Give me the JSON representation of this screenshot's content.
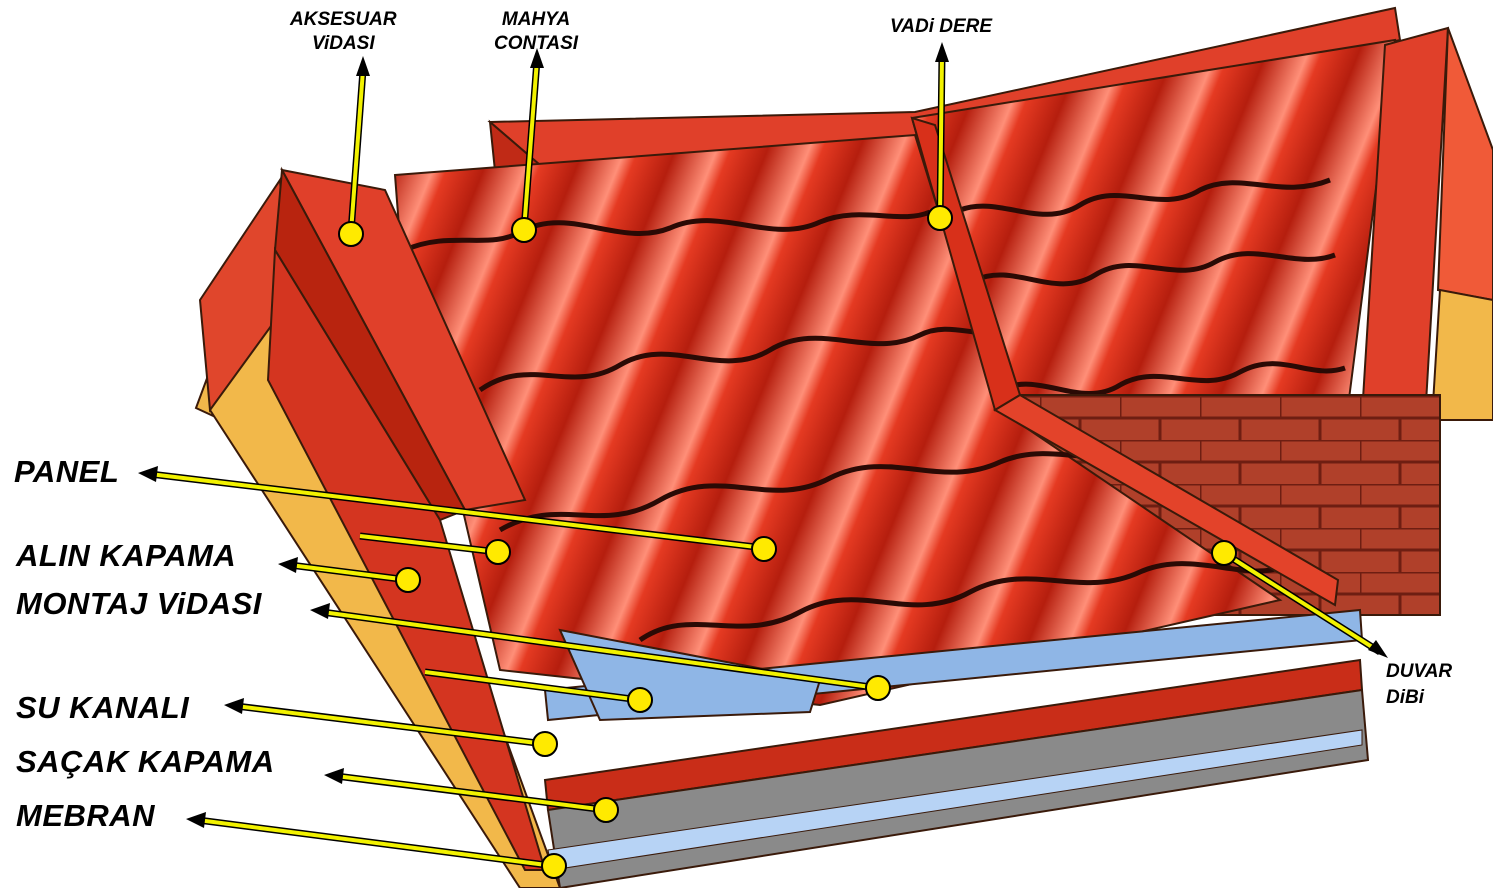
{
  "labels": {
    "aksesuar_1": "AKSESUAR",
    "aksesuar_2": "ViDASI",
    "mahya_1": "MAHYA",
    "mahya_2": "CONTASI",
    "vadi": "VADi DERE",
    "panel": "PANEL",
    "alin": "ALIN KAPAMA",
    "montaj": "MONTAJ ViDASI",
    "su": "SU KANALI",
    "sacak": "SAÇAK KAPAMA",
    "mebran": "MEBRAN",
    "duvar_1": "DUVAR",
    "duvar_2": "DiBi"
  },
  "colors": {
    "roof_red": "#e2311c",
    "roof_dark": "#a41a0c",
    "roof_light": "#f26a4c",
    "highlight": "#ff9a84",
    "brick": "#b0402a",
    "mortar": "#7a2418",
    "membrane": "#8fb6e6",
    "gutter_gray": "#8a8a8a",
    "wood": "#f2b84a",
    "leader_yellow": "#f2f200",
    "marker_yellow": "#ffea00"
  },
  "icons": [
    "roof-panel-diagram",
    "leader-arrow-icon",
    "marker-dot-icon"
  ]
}
